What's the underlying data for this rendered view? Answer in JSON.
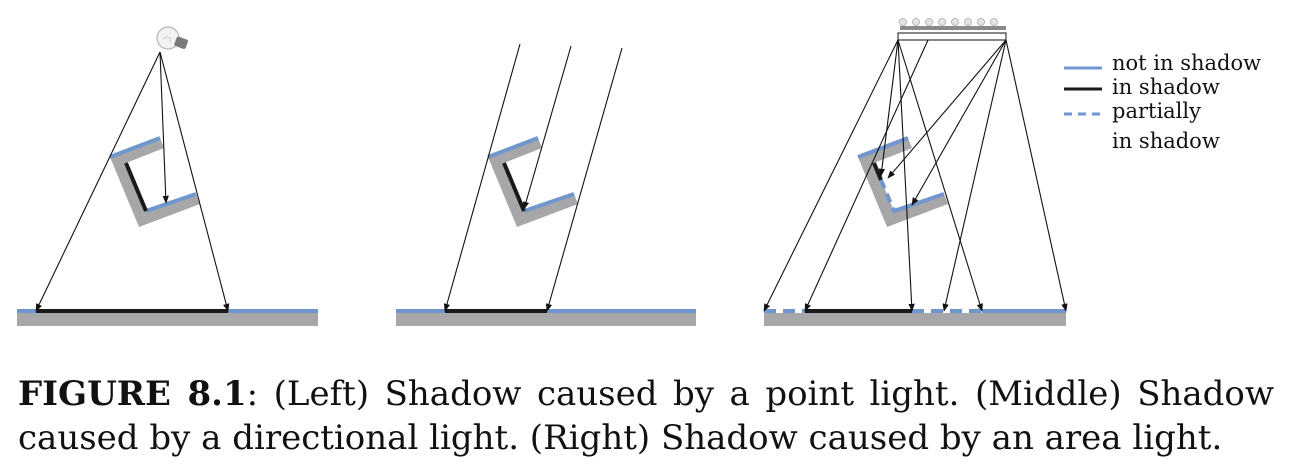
{
  "colors": {
    "not_in_shadow": "#6f97cd",
    "in_shadow": "#1a1a1a",
    "partial": "#6f97cd",
    "occluder": "#a7a7a9",
    "ground": "#a7a7a9",
    "ray": "#111111"
  },
  "legend": {
    "not_in_shadow": "not in shadow",
    "in_shadow": "in shadow",
    "partially_line1": "partially",
    "partially_line2": "in shadow"
  },
  "caption": {
    "label": "FIGURE 8.1",
    "text": ": (Left) Shadow caused by a point light. (Middle) Shadow caused by a directional light. (Right) Shadow caused by an area light."
  },
  "icons": {
    "left_light": "light-bulb-icon",
    "right_light": "light-bulb-row-icon"
  }
}
